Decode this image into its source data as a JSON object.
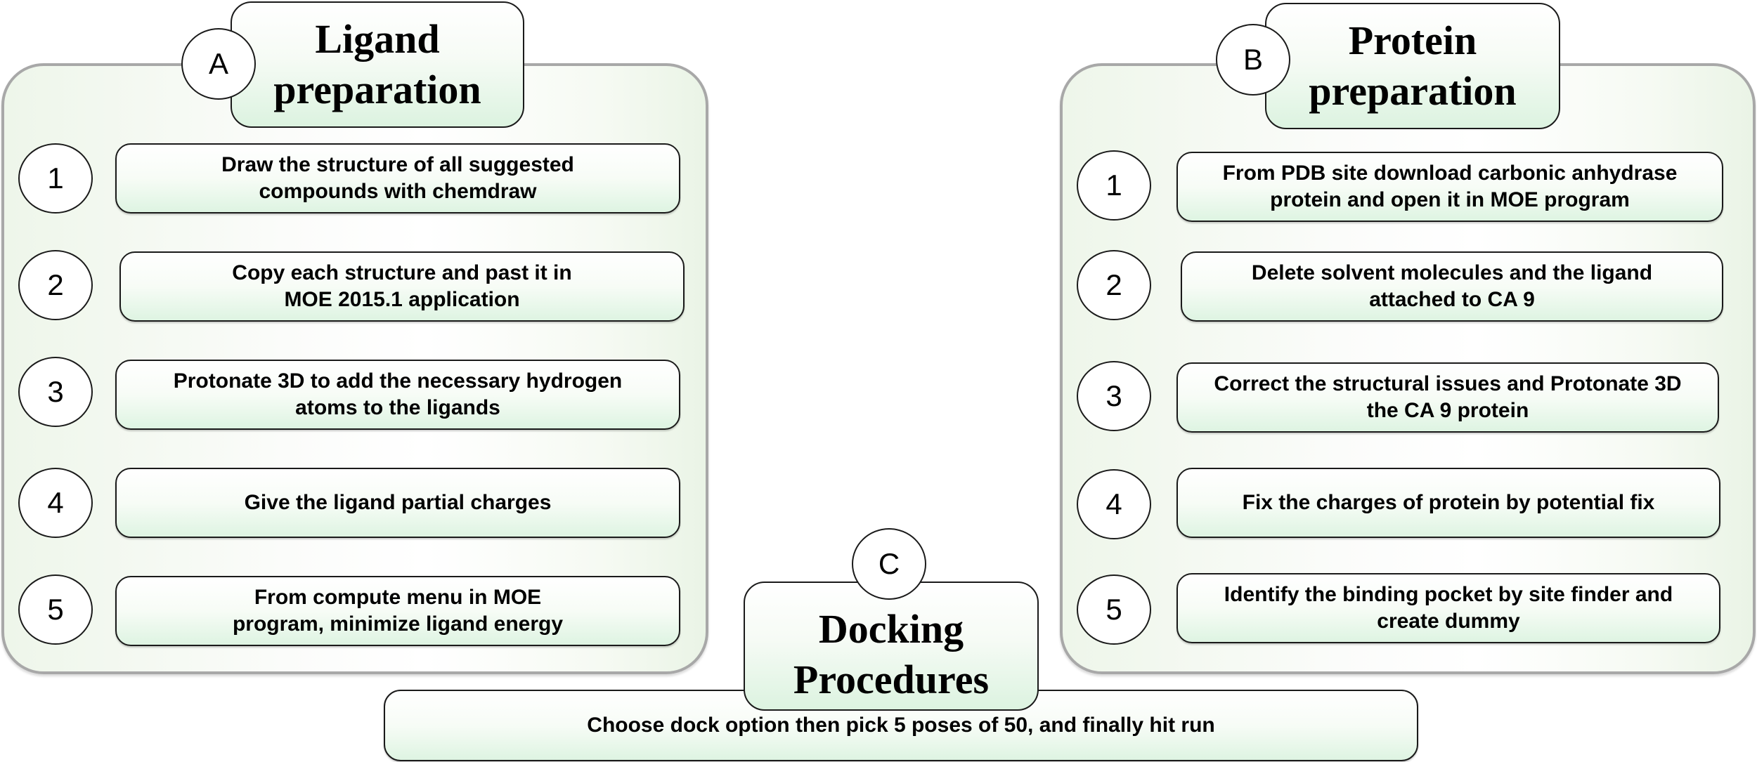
{
  "sections": {
    "ligand": {
      "badge": "A",
      "title": "Ligand\npreparation",
      "steps": [
        {
          "num": "1",
          "text": "Draw the structure of all suggested\ncompounds with chemdraw"
        },
        {
          "num": "2",
          "text": "Copy each structure and past it in\nMOE 2015.1 application"
        },
        {
          "num": "3",
          "text": "Protonate 3D to add the necessary hydrogen\natoms to the ligands"
        },
        {
          "num": "4",
          "text": "Give the ligand partial charges"
        },
        {
          "num": "5",
          "text": "From compute menu in MOE\nprogram, minimize ligand energy"
        }
      ]
    },
    "protein": {
      "badge": "B",
      "title": "Protein\npreparation",
      "steps": [
        {
          "num": "1",
          "text": "From PDB site download carbonic anhydrase\nprotein and open it in MOE program"
        },
        {
          "num": "2",
          "text": "Delete solvent molecules and the ligand\nattached to CA 9"
        },
        {
          "num": "3",
          "text": "Correct the structural issues and Protonate 3D\nthe CA 9 protein"
        },
        {
          "num": "4",
          "text": "Fix the charges of protein by potential fix"
        },
        {
          "num": "5",
          "text": "Identify the binding pocket by site finder and\ncreate dummy"
        }
      ]
    },
    "docking": {
      "badge": "C",
      "title": "Docking\nProcedures",
      "step": "Choose dock option then pick 5 poses of 50, and finally hit run"
    }
  }
}
